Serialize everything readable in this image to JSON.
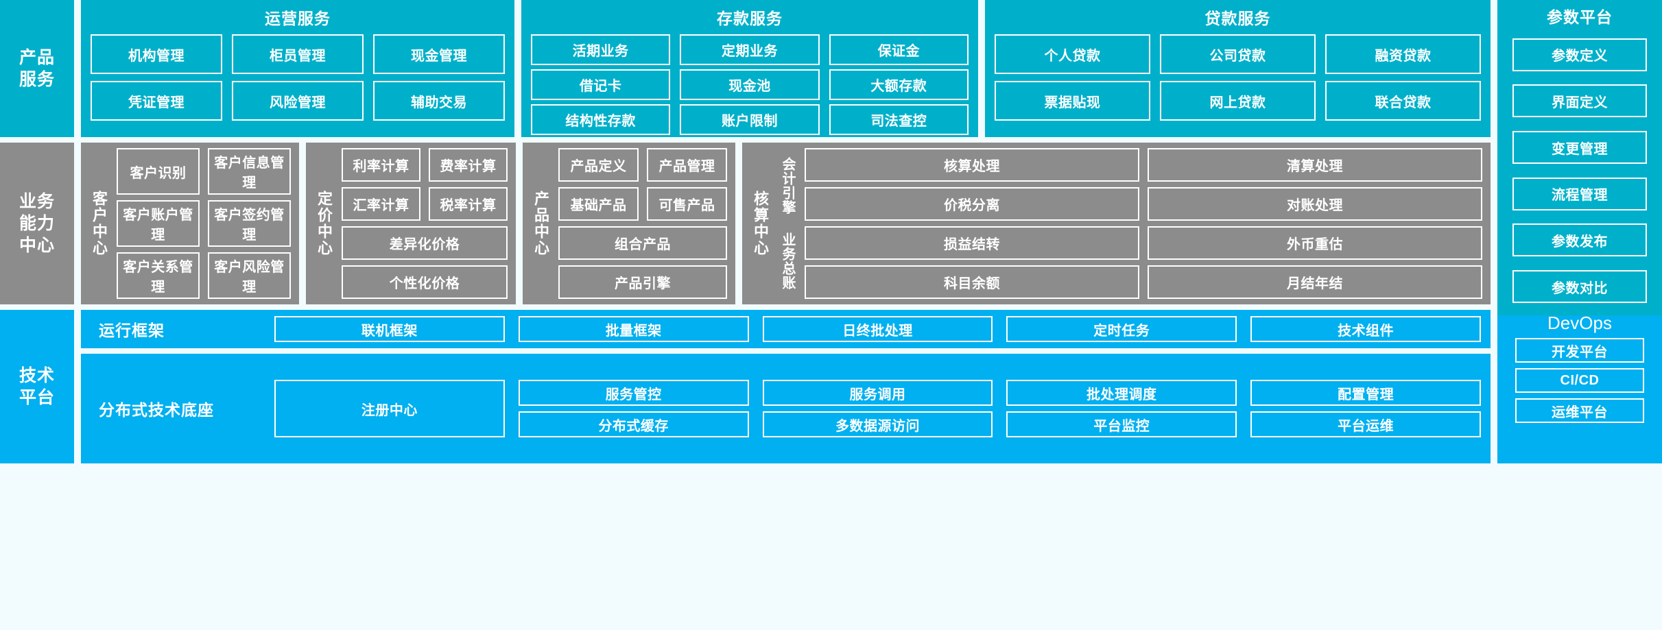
{
  "layers": {
    "product_service": "产品\n服务",
    "business_capability": "业务\n能力\n中心",
    "technology_platform": "技术\n平台"
  },
  "product_service": {
    "groups": [
      {
        "title": "运营服务",
        "items": [
          "机构管理",
          "柜员管理",
          "现金管理",
          "凭证管理",
          "风险管理",
          "辅助交易"
        ]
      },
      {
        "title": "存款服务",
        "items": [
          "活期业务",
          "定期业务",
          "保证金",
          "借记卡",
          "现金池",
          "大额存款",
          "结构性存款",
          "账户限制",
          "司法查控"
        ]
      },
      {
        "title": "贷款服务",
        "items": [
          "个人贷款",
          "公司贷款",
          "融资贷款",
          "票据贴现",
          "网上贷款",
          "联合贷款"
        ]
      }
    ]
  },
  "param_platform": {
    "title": "参数平台",
    "items": [
      "参数定义",
      "界面定义",
      "变更管理",
      "流程管理",
      "参数发布",
      "参数对比"
    ]
  },
  "business_centers": [
    {
      "name": "客户中心",
      "items": [
        "客户识别",
        "客户信息管理",
        "客户账户管理",
        "客户签约管理",
        "客户关系管理",
        "客户风险管理"
      ]
    },
    {
      "name": "定价中心",
      "items": [
        "利率计算",
        "费率计算",
        "汇率计算",
        "税率计算",
        "差异化价格",
        "个性化价格"
      ]
    },
    {
      "name": "产品中心",
      "items": [
        "产品定义",
        "产品管理",
        "基础产品",
        "可售产品",
        "组合产品",
        "产品引擎"
      ]
    },
    {
      "name": "核算中心",
      "sub_labels": [
        "会计引擎",
        "业务总账"
      ],
      "items": [
        "核算处理",
        "清算处理",
        "价税分离",
        "对账处理",
        "损益结转",
        "外币重估",
        "科目余额",
        "月结年结"
      ]
    }
  ],
  "technology": {
    "rows": [
      {
        "name": "运行框架",
        "items": [
          "联机框架",
          "批量框架",
          "日终批处理",
          "定时任务",
          "技术组件"
        ]
      },
      {
        "name": "分布式技术底座",
        "registry": "注册中心",
        "items": [
          "服务管控",
          "服务调用",
          "批处理调度",
          "配置管理",
          "分布式缓存",
          "多数据源访问",
          "平台监控",
          "平台运维"
        ]
      }
    ]
  },
  "devops": {
    "title": "DevOps",
    "items": [
      "开发平台",
      "CI/CD",
      "运维平台"
    ]
  },
  "colors": {
    "cyan": "#00b0ca",
    "gray": "#8c8c8c",
    "bright_blue": "#00b0f0",
    "background": "#f2fbfd",
    "border": "#ffffff"
  }
}
